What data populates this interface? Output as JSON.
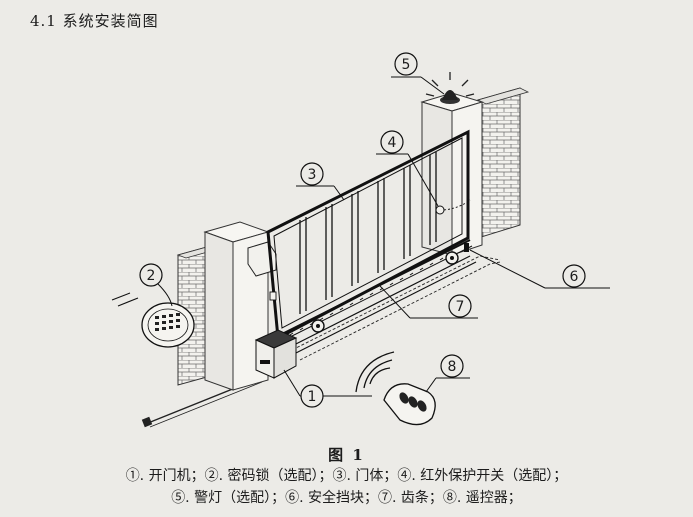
{
  "section_title": "4.1 系统安装简图",
  "figure": {
    "title": "图 1",
    "legend_line1": "①. 开门机；②. 密码锁（选配）；③. 门体；④.  红外保护开关（选配）；",
    "legend_line2": "⑤. 警灯（选配）；⑥. 安全挡块；⑦. 齿条；⑧. 遥控器；"
  },
  "callouts": [
    {
      "num": "1",
      "label": "开门机"
    },
    {
      "num": "2",
      "label": "密码锁（选配）"
    },
    {
      "num": "3",
      "label": "门体"
    },
    {
      "num": "4",
      "label": "红外保护开关（选配）"
    },
    {
      "num": "5",
      "label": "警灯（选配）"
    },
    {
      "num": "6",
      "label": "安全挡块"
    },
    {
      "num": "7",
      "label": "齿条"
    },
    {
      "num": "8",
      "label": "遥控器"
    }
  ],
  "colors": {
    "paper": "#ecebe7",
    "ink": "#1c1c1c",
    "brick_line": "#555555",
    "warning_light": "#f5c400"
  }
}
